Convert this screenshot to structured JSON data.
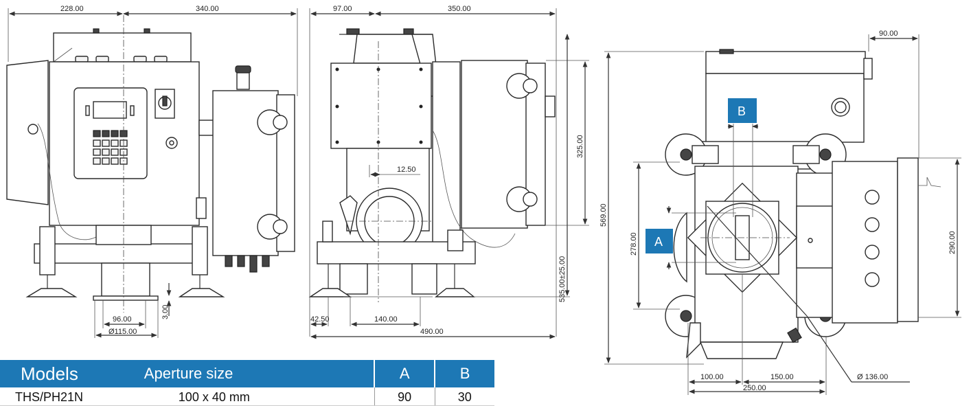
{
  "dimensions": {
    "front": {
      "w228": "228.00",
      "w340": "340.00",
      "d96": "96.00",
      "d115": "Ø115.00",
      "h3": "3.00"
    },
    "side": {
      "w97": "97.00",
      "w350": "350.00",
      "d12_5": "12.50",
      "d42_5": "42.50",
      "d140": "140.00",
      "d490": "490.00",
      "h325": "325.00",
      "h535": "535.00±25.00"
    },
    "top": {
      "d90": "90.00",
      "h569": "569.00",
      "h278": "278.00",
      "h290": "290.00",
      "d100": "100.00",
      "d150": "150.00",
      "d250": "250.00",
      "dia136": "Ø 136.00"
    }
  },
  "tags": {
    "a": "A",
    "b": "B"
  },
  "table": {
    "headers": {
      "models": "Models",
      "aperture": "Aperture size",
      "a": "A",
      "b": "B"
    },
    "rows": [
      {
        "model": "THS/PH21N",
        "aperture": "100 x 40 mm",
        "a": "90",
        "b": "30"
      }
    ]
  }
}
